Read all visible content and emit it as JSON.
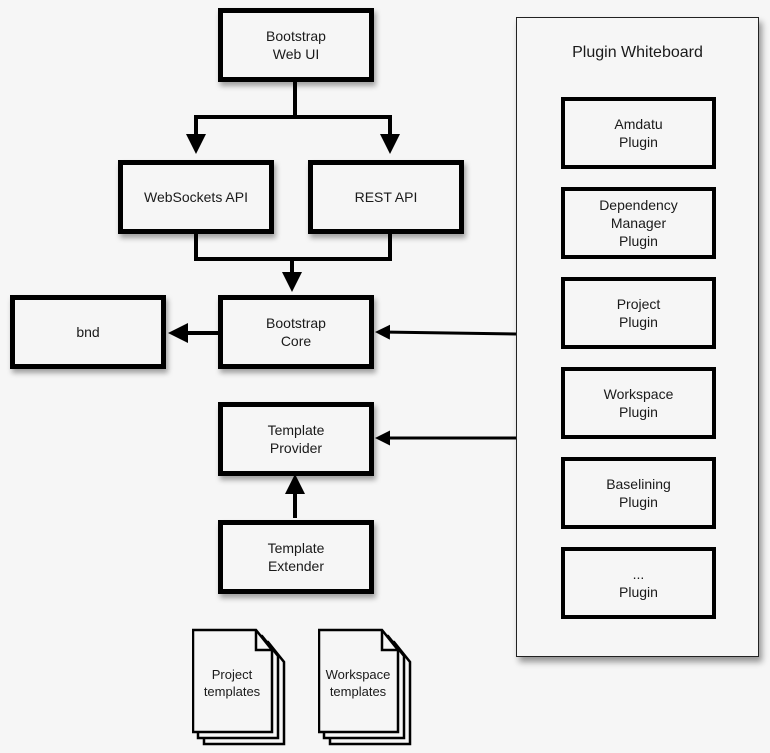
{
  "nodes": {
    "web_ui": "Bootstrap\nWeb UI",
    "websockets": "WebSockets API",
    "rest": "REST API",
    "bnd": "bnd",
    "core": "Bootstrap\nCore",
    "template_provider": "Template\nProvider",
    "template_extender": "Template\nExtender"
  },
  "documents": [
    {
      "label": "Project\ntemplates"
    },
    {
      "label": "Workspace\ntemplates"
    }
  ],
  "whiteboard": {
    "title": "Plugin Whiteboard",
    "plugins": [
      "Amdatu\nPlugin",
      "Dependency\nManager\nPlugin",
      "Project\nPlugin",
      "Workspace\nPlugin",
      "Baselining\nPlugin",
      "...\nPlugin"
    ]
  },
  "edges": [
    {
      "from": "web_ui",
      "to": "websockets"
    },
    {
      "from": "web_ui",
      "to": "rest"
    },
    {
      "from": "websockets",
      "to": "core"
    },
    {
      "from": "rest",
      "to": "core"
    },
    {
      "from": "core",
      "to": "bnd"
    },
    {
      "from": "whiteboard",
      "to": "core"
    },
    {
      "from": "whiteboard",
      "to": "template_provider"
    },
    {
      "from": "template_extender",
      "to": "template_provider"
    }
  ]
}
